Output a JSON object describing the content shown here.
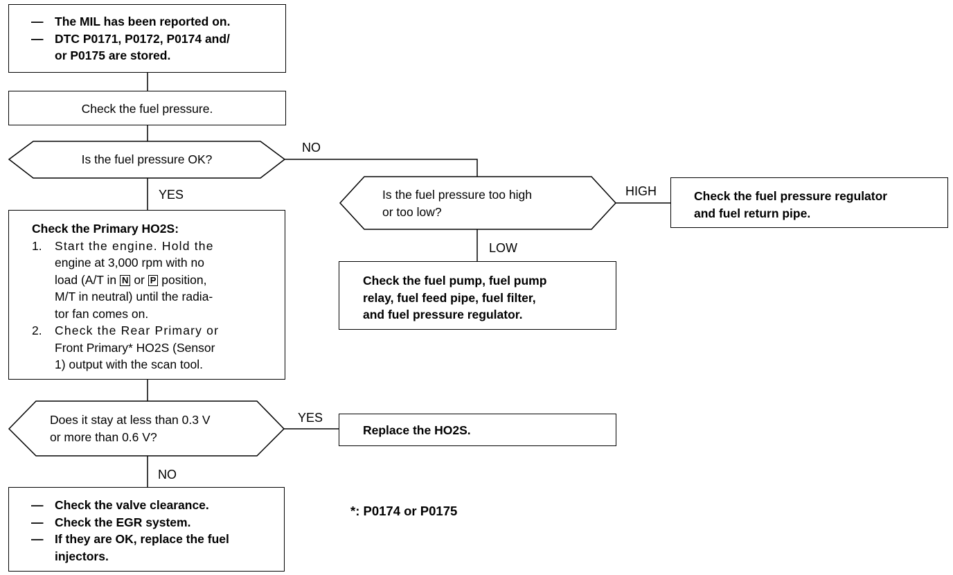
{
  "start": {
    "items": [
      "The MIL has been reported on.",
      "DTC P0171, P0172, P0174 and/",
      "or P0175 are stored."
    ]
  },
  "check_fuel_pressure": "Check the fuel pressure.",
  "q_fuel_ok": "Is the fuel pressure OK?",
  "q_high_low": {
    "line1": "Is the fuel pressure too high",
    "line2": "or too low?"
  },
  "regulator_box": {
    "line1": "Check the fuel pressure regulator",
    "line2": "and fuel return pipe."
  },
  "pump_box": {
    "line1": "Check the fuel pump, fuel pump",
    "line2": "relay, fuel feed pipe, fuel filter,",
    "line3": "and fuel pressure regulator."
  },
  "primary_box": {
    "title": "Check the Primary HO2S:",
    "step1_num": "1.",
    "step1_a": "Start the engine. Hold the",
    "step1_b": "engine at 3,000 rpm with no",
    "step1_c_pre": "load (A/T in",
    "key_n": "N",
    "step1_c_mid": "or",
    "key_p": "P",
    "step1_c_post": "position,",
    "step1_d": "M/T in neutral) until the radia-",
    "step1_e": "tor fan comes on.",
    "step2_num": "2.",
    "step2_a": "Check the Rear Primary or",
    "step2_b": "Front Primary* HO2S (Sensor",
    "step2_c": "1) output with the scan tool."
  },
  "q_voltage": {
    "line1": "Does it stay at less than 0.3 V",
    "line2": "or more than 0.6 V?"
  },
  "replace_box": "Replace the HO2S.",
  "final_box": {
    "item1": "Check the valve clearance.",
    "item2": "Check the EGR system.",
    "item3a": "If they are OK, replace the fuel",
    "item3b": "injectors."
  },
  "footnote": "*: P0174 or P0175",
  "labels": {
    "no1": "NO",
    "yes1": "YES",
    "high": "HIGH",
    "low": "LOW",
    "yes2": "YES",
    "no2": "NO"
  },
  "dash": "—"
}
